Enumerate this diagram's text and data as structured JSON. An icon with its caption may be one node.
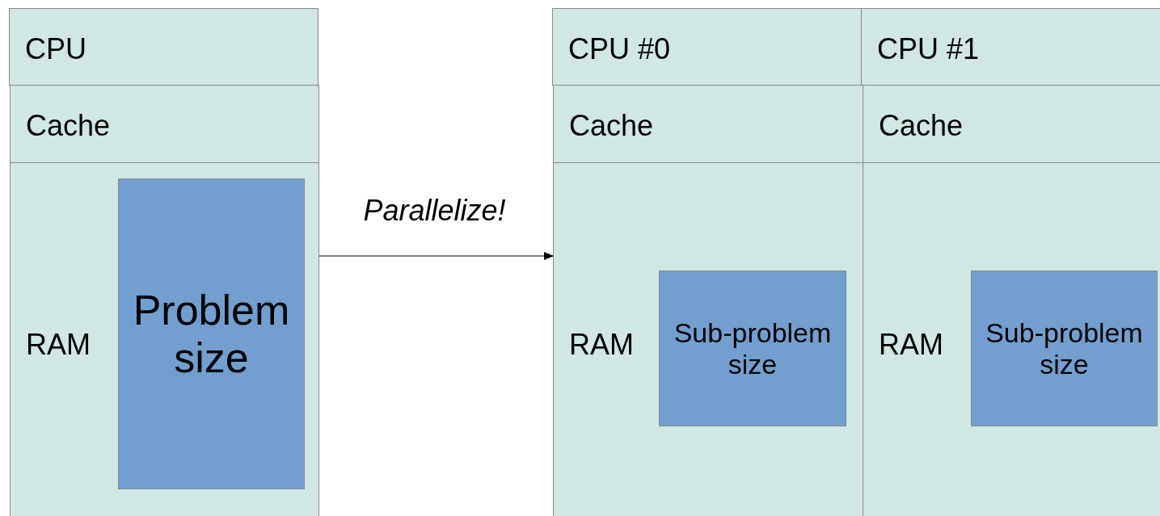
{
  "diagram": {
    "nodes": [
      {
        "text": [
          "CPU"
        ]
      },
      {
        "text": [
          "Cache"
        ]
      },
      {
        "text": [
          "RAM"
        ]
      },
      {
        "text": [
          "Problem size"
        ],
        "in": 2
      },
      {
        "text": [
          "CPU #0"
        ]
      },
      {
        "text": [
          "CPU #1"
        ]
      },
      {
        "text": [
          "Cache"
        ]
      },
      {
        "text": [
          "Cache"
        ]
      },
      {
        "text": [
          "RAM"
        ]
      },
      {
        "text": [
          "Sub-problem size"
        ],
        "in": 8
      },
      {
        "text": [
          "RAM"
        ]
      },
      {
        "text": [
          "Sub-problem size"
        ],
        "in": 10
      }
    ],
    "edges": [
      {
        "from": 2,
        "to": 8,
        "arrow": "to",
        "label": "Parallelize!"
      }
    ]
  }
}
